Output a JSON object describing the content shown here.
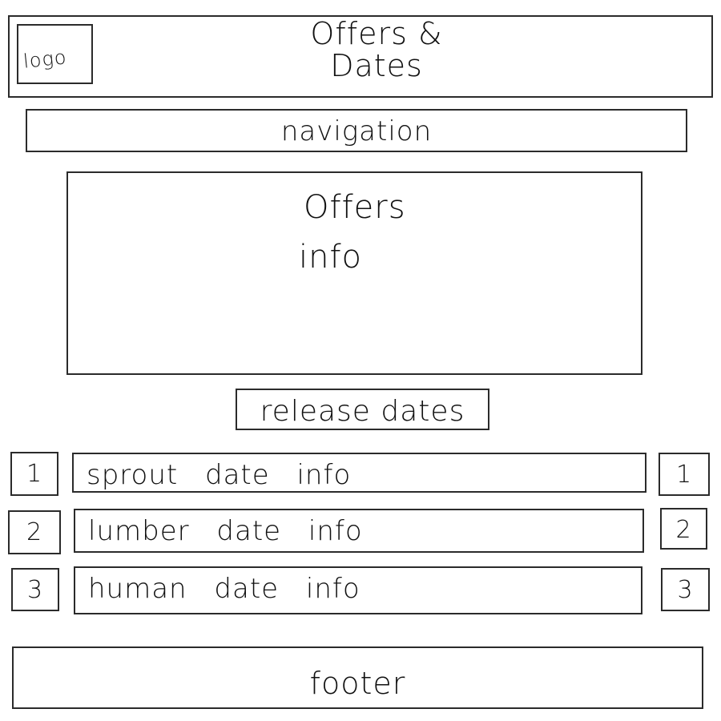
{
  "header": {
    "logo_label": "logo",
    "title_line1": "Offers &",
    "title_line2": "Dates"
  },
  "navigation": {
    "label": "navigation"
  },
  "offers": {
    "heading": "Offers",
    "body": "info"
  },
  "release_dates": {
    "label": "release dates",
    "rows": [
      {
        "left_number": "1",
        "text": "sprout date info",
        "right_number": "1"
      },
      {
        "left_number": "2",
        "text": "lumber date info",
        "right_number": "2"
      },
      {
        "left_number": "3",
        "text": "human date info",
        "right_number": "3"
      }
    ]
  },
  "footer": {
    "label": "footer"
  }
}
